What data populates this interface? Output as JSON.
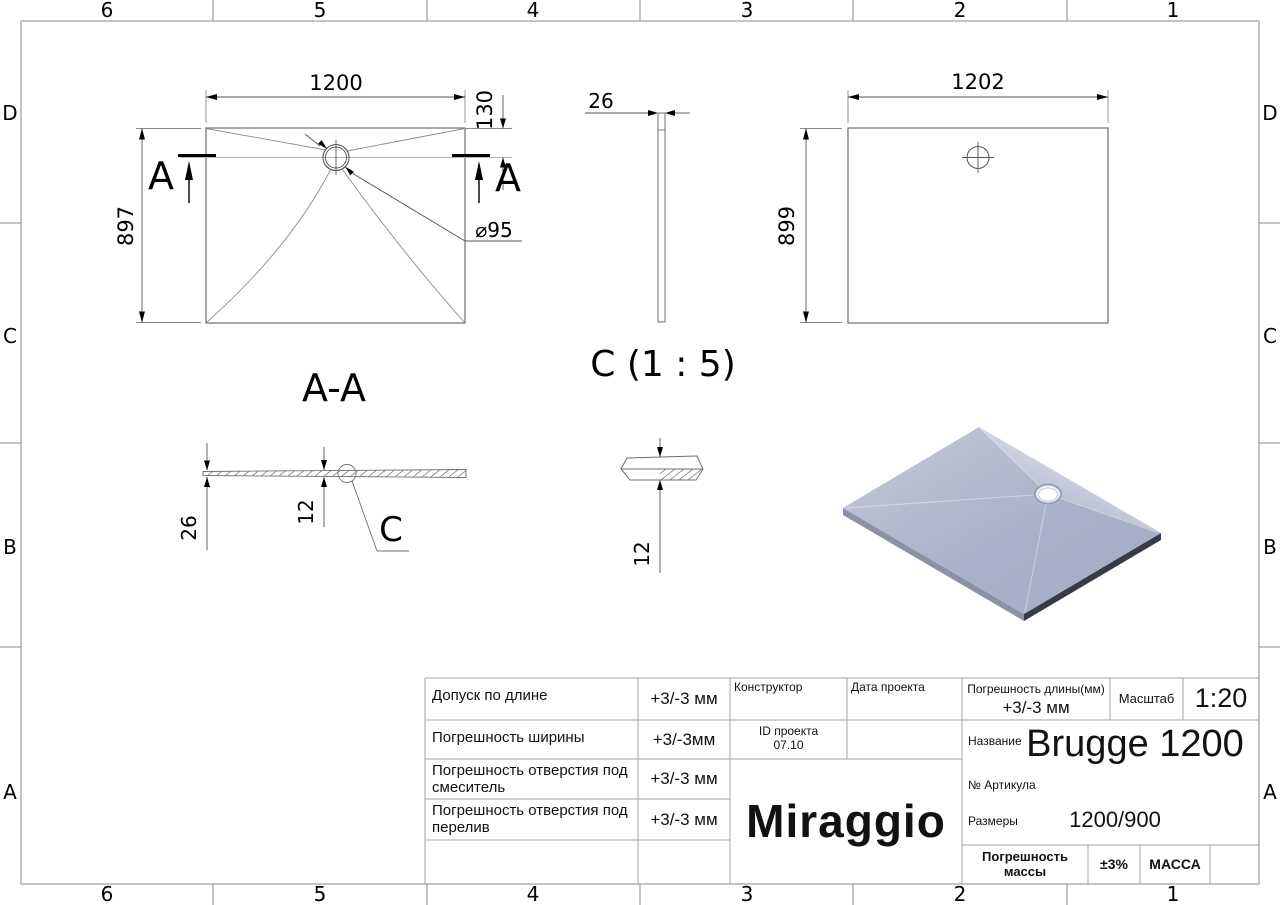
{
  "page": {
    "grid_columns": [
      "6",
      "5",
      "4",
      "3",
      "2",
      "1"
    ],
    "grid_rows": [
      "D",
      "C",
      "B",
      "A"
    ]
  },
  "views": {
    "plan_view": {
      "width_dim": "1200",
      "drain_offset_dim": "130",
      "height_dim": "897",
      "drain_diameter_dim": "⌀95",
      "section_marker": "A"
    },
    "side_view": {
      "thickness_dim": "26",
      "title": "C (1 : 5)"
    },
    "plan_view_outer": {
      "width_dim": "1202",
      "height_dim": "899"
    },
    "section_view": {
      "title": "A-A",
      "thickness_dim": "26",
      "inner_dim": "12",
      "detail_marker": "C"
    },
    "detail_view": {
      "height_dim": "12"
    }
  },
  "title_block": {
    "rows": [
      {
        "label": "Допуск по длине",
        "value": "+3/-3 мм"
      },
      {
        "label": "Погрешность ширины",
        "value": "+3/-3мм"
      },
      {
        "label": "Погрешность отверстия под смеситель",
        "value": "+3/-3 мм"
      },
      {
        "label": "Погрешность отверстия под перелив",
        "value": "+3/-3 мм"
      }
    ],
    "constructor_label": "Конструктор",
    "project_date_label": "Дата проекта",
    "project_id_label": "ID проекта",
    "project_id_value": "07.10",
    "brand": "Miraggio",
    "length_tolerance_label": "Погрешность длины(мм)",
    "length_tolerance_value": "+3/-3 мм",
    "scale_label": "Масштаб",
    "scale_value": "1:20",
    "name_label": "Название",
    "name_value": "Brugge 1200",
    "article_label": "№ Артикула",
    "dimensions_label": "Размеры",
    "dimensions_value": "1200/900",
    "mass_tolerance_label": "Погрешность массы",
    "mass_tolerance_value": "±3%",
    "mass_label": "МАССА"
  },
  "colors": {
    "line_gray": "#8a8a8a",
    "table_gray": "#a3a3a3",
    "tray_top": "#aab0c9",
    "tray_top_light": "#c6cad9",
    "tray_side_left": "#8c91a6",
    "tray_side_right": "#383b46"
  }
}
